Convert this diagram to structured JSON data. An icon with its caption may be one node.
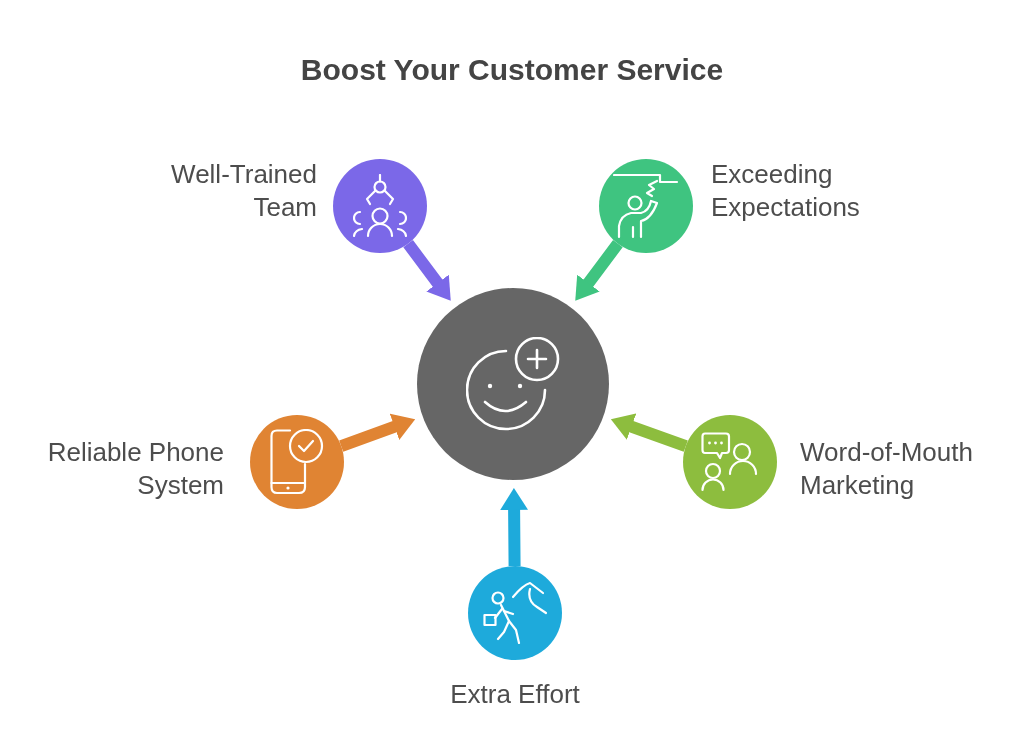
{
  "diagram": {
    "title": "Boost Your Customer Service",
    "nodes": [
      {
        "text": [
          "Well-Trained Team"
        ]
      },
      {
        "text": [
          "Exceeding Expectations"
        ]
      },
      {
        "text": [],
        "shape": "circle"
      },
      {
        "text": [
          "Reliable Phone System"
        ]
      },
      {
        "text": [
          "Word-of-Mouth Marketing"
        ]
      },
      {
        "text": [
          "Extra Effort"
        ]
      }
    ],
    "edges": [
      {
        "from": 0,
        "to": 2,
        "arrow": "to",
        "color": "#7b68e8"
      },
      {
        "from": 1,
        "to": 2,
        "arrow": "to",
        "color": "#3fc480"
      },
      {
        "from": 3,
        "to": 2,
        "arrow": "to",
        "color": "#e08433"
      },
      {
        "from": 4,
        "to": 2,
        "arrow": "to",
        "color": "#8dbd3e"
      },
      {
        "from": 5,
        "to": 2,
        "arrow": "to",
        "color": "#1eaadb"
      }
    ]
  }
}
